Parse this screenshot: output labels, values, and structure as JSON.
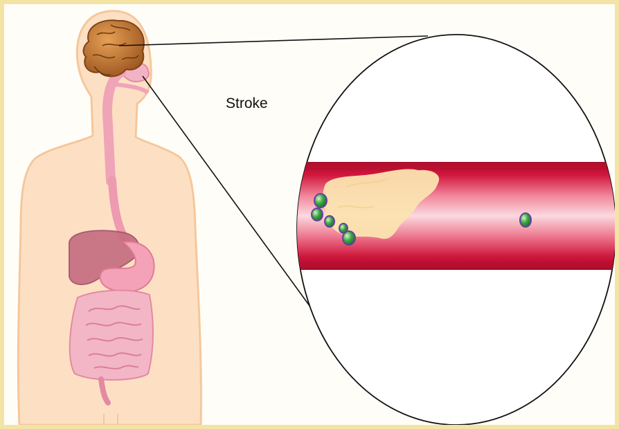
{
  "label": "Stroke",
  "colors": {
    "skin": "#fde0c4",
    "skin_outline": "#f5c79b",
    "brain": "#c8782c",
    "organs_pink": "#ec9ab0",
    "liver": "#b75d70",
    "artery_red": "#d0153a",
    "clot": "#fbe3b0",
    "platelet_green": "#2e9e3a",
    "frame": "#f3e4a6"
  },
  "icons": [
    "brain-icon",
    "human-body-silhouette",
    "blood-clot",
    "platelet"
  ]
}
